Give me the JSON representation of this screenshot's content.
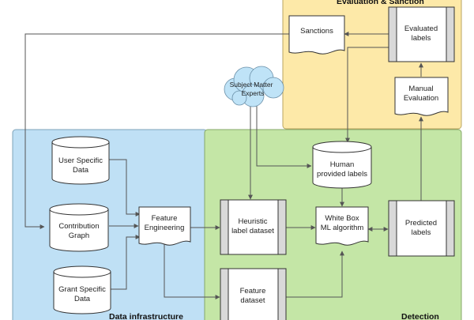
{
  "regions": {
    "evaluation": {
      "title": "Evaluation & Sanction",
      "color": "#fde9a8"
    },
    "infrastructure": {
      "title": "Data infrastructure",
      "color": "#bfe0f5"
    },
    "detection": {
      "title": "Detection",
      "color": "#c4e6a6"
    }
  },
  "nodes": {
    "sanctions": [
      "Sanctions"
    ],
    "evaluated_labels": [
      "Evaluated",
      "labels"
    ],
    "manual_evaluation": [
      "Manual",
      "Evaluation"
    ],
    "sme": [
      "Subject Matter",
      "Experts"
    ],
    "user_specific": [
      "User Specific",
      "Data"
    ],
    "contribution_graph": [
      "Contribution",
      "Graph"
    ],
    "grant_specific": [
      "Grant Specific",
      "Data"
    ],
    "feature_engineering": [
      "Feature",
      "Engineering"
    ],
    "human_labels": [
      "Human",
      "provided labels"
    ],
    "heuristic_dataset": [
      "Heuristic",
      "label dataset"
    ],
    "whitebox": [
      "White Box",
      "ML algorithm"
    ],
    "predicted_labels": [
      "Predicted",
      "labels"
    ],
    "feature_dataset": [
      "Feature",
      "dataset"
    ]
  },
  "colors": {
    "cloud": "#bfe3f7",
    "process": "#d9d9d9",
    "edge": "#555555"
  }
}
